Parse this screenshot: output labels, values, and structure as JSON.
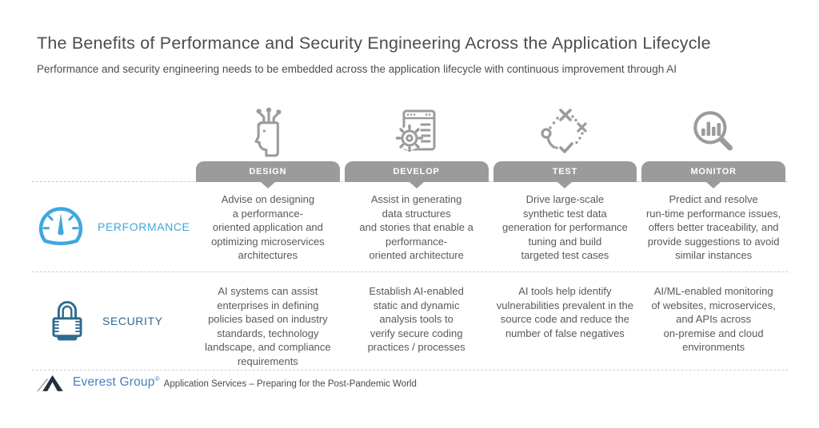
{
  "header": {
    "title": "The Benefits of Performance and Security Engineering Across the Application Lifecycle",
    "subtitle": "Performance and security engineering needs to be embedded across the application lifecycle with continuous improvement through AI"
  },
  "columns": [
    {
      "label": "DESIGN",
      "icon": "ai-head-icon"
    },
    {
      "label": "DEVELOP",
      "icon": "gear-window-icon"
    },
    {
      "label": "TEST",
      "icon": "test-path-icon"
    },
    {
      "label": "MONITOR",
      "icon": "magnifier-chart-icon"
    }
  ],
  "rows": [
    {
      "label": "PERFORMANCE",
      "icon": "gauge-icon",
      "accent": "#3EA8DE",
      "cells": [
        "Advise on designing\na performance-\noriented application and\noptimizing microservices\narchitectures",
        "Assist in generating\ndata structures\nand stories that enable a\nperformance-\noriented architecture",
        "Drive large-scale\nsynthetic test data\ngeneration for performance\ntuning and build\ntargeted test cases",
        "Predict and resolve\nrun-time performance issues,\noffers better traceability, and\nprovide suggestions to avoid\nsimilar instances"
      ]
    },
    {
      "label": "SECURITY",
      "icon": "lock-icon",
      "accent": "#2F6B8F",
      "cells": [
        "AI systems can assist\nenterprises in defining\npolicies based on industry\nstandards, technology\nlandscape, and compliance\nrequirements",
        "Establish AI-enabled\nstatic and dynamic\nanalysis tools to\nverify secure coding\npractices / processes",
        "AI tools help identify\nvulnerabilities prevalent in the\nsource code and reduce the\nnumber of false negatives",
        "AI/ML-enabled monitoring\nof websites, microservices,\nand APIs across\non-premise and cloud\nenvironments"
      ]
    }
  ],
  "footer": {
    "brand": "Everest Group",
    "registered_mark": "®",
    "caption": "Application Services – Preparing for the Post-Pandemic World"
  },
  "colors": {
    "banner_gray": "#9B9B9B",
    "icon_gray": "#9B9B9B",
    "performance_accent": "#3EA8DE",
    "security_accent": "#2F6B8F",
    "body_text": "#58595B",
    "divider": "#CFCFCF",
    "brand_blue": "#4A7FBE",
    "brand_dark": "#252F3E"
  }
}
